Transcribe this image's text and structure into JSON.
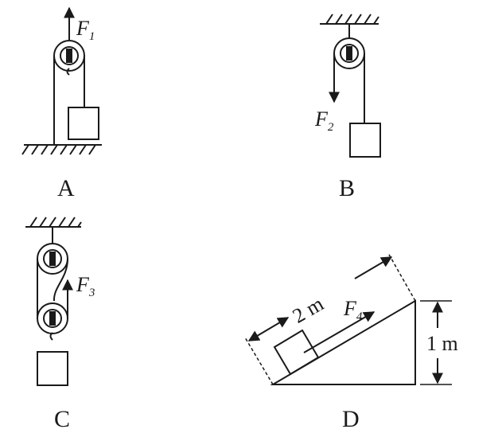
{
  "colors": {
    "ink": "#1a1a1a",
    "background": "#ffffff"
  },
  "figures": {
    "A": {
      "caption": "A",
      "force_symbol": "F",
      "force_subscript": "1"
    },
    "B": {
      "caption": "B",
      "force_symbol": "F",
      "force_subscript": "2"
    },
    "C": {
      "caption": "C",
      "force_symbol": "F",
      "force_subscript": "3"
    },
    "D": {
      "caption": "D",
      "force_symbol": "F",
      "force_subscript": "4",
      "length_label": "2 m",
      "height_label": "1 m"
    }
  }
}
